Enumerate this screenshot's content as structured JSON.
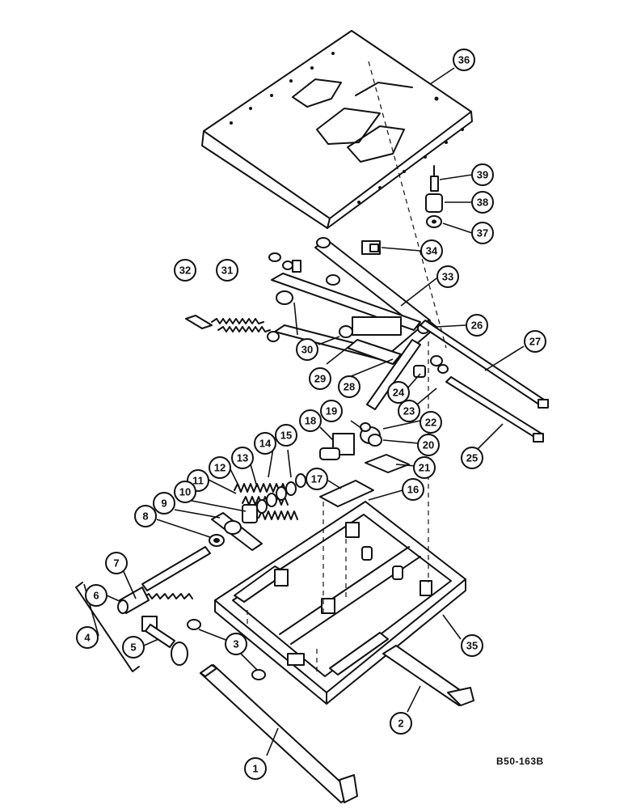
{
  "figure": {
    "reference_code": "B50-163B"
  },
  "callouts": [
    "1",
    "2",
    "3",
    "4",
    "5",
    "6",
    "7",
    "8",
    "9",
    "10",
    "11",
    "12",
    "13",
    "14",
    "15",
    "16",
    "17",
    "18",
    "19",
    "20",
    "21",
    "22",
    "23",
    "24",
    "25",
    "26",
    "27",
    "28",
    "29",
    "30",
    "31",
    "32",
    "33",
    "34",
    "35",
    "36",
    "37",
    "38",
    "39"
  ]
}
